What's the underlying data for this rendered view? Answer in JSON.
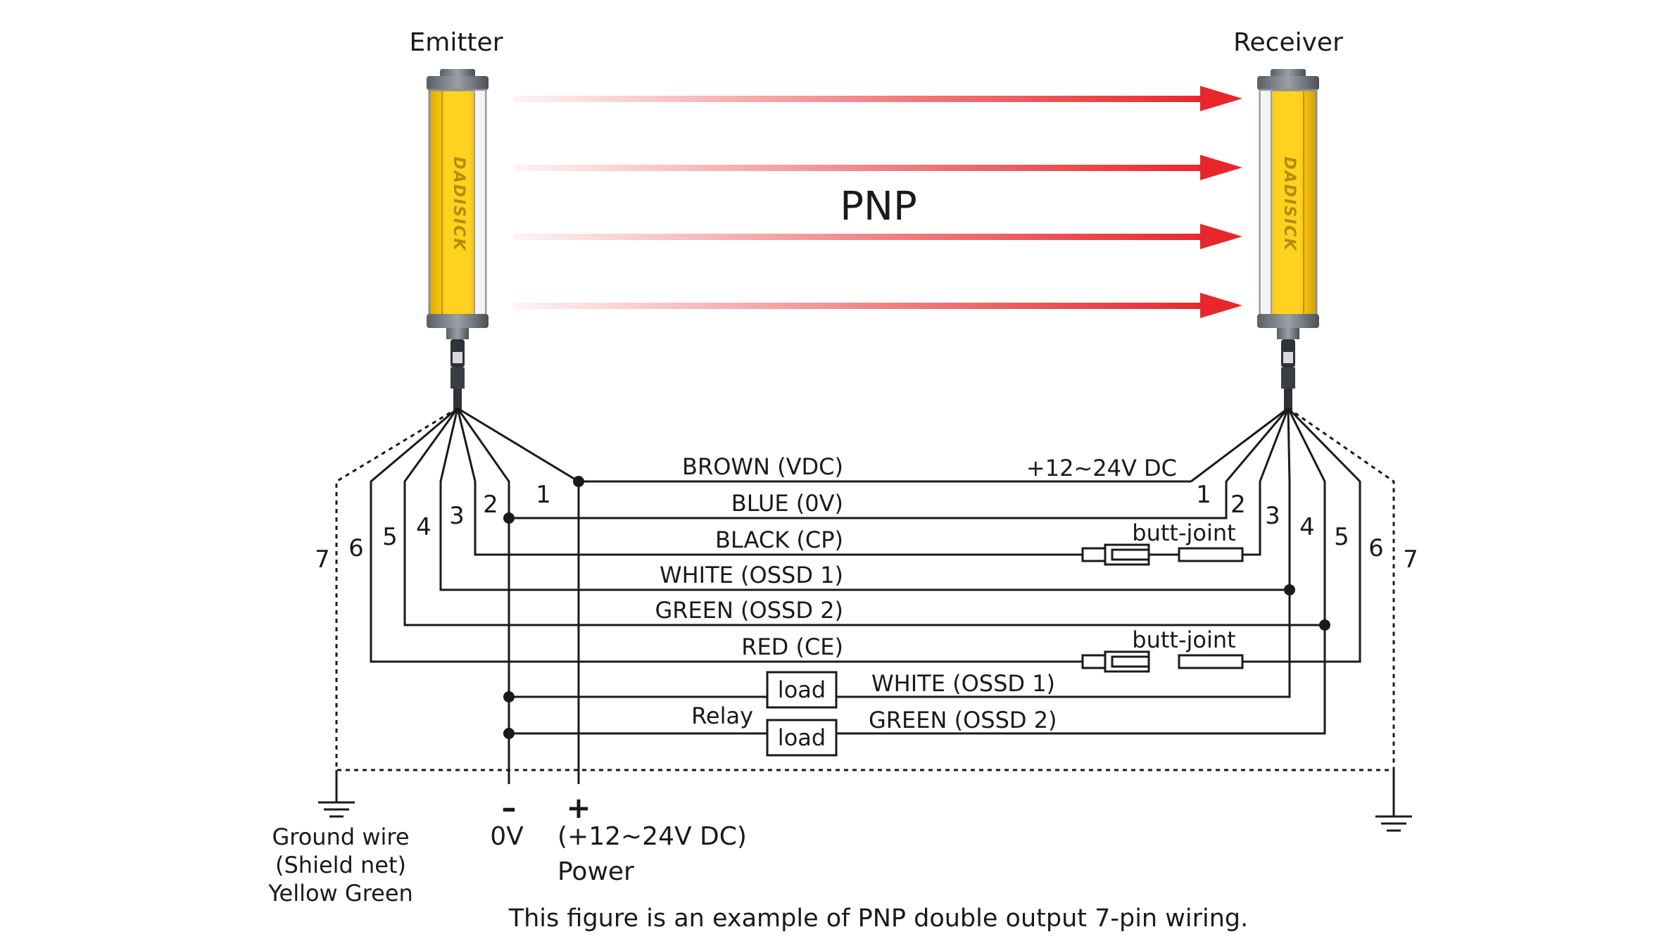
{
  "emitter_label": "Emitter",
  "receiver_label": "Receiver",
  "title": "PNP",
  "brand": "DADISICK",
  "wires": [
    {
      "pin": "1",
      "label": "BROWN (VDC)"
    },
    {
      "pin": "2",
      "label": "BLUE (0V)"
    },
    {
      "pin": "3",
      "label": "BLACK (CP)"
    },
    {
      "pin": "4",
      "label": "WHITE (OSSD 1)"
    },
    {
      "pin": "5",
      "label": "GREEN (OSSD 2)"
    },
    {
      "pin": "6",
      "label": "RED (CE)"
    },
    {
      "pin": "7",
      "label": ""
    }
  ],
  "supply_label": "+12~24V DC",
  "butt_joint_label": "butt-joint",
  "load_label": "load",
  "relay_label": "Relay",
  "relay_wire_1": "WHITE (OSSD 1)",
  "relay_wire_2": "GREEN (OSSD 2)",
  "minus_sign": "–",
  "plus_sign": "+",
  "zero_v_label": "0V",
  "power_voltage_label": "(+12~24V DC)",
  "power_label": "Power",
  "ground_lines": [
    "Ground wire",
    "(Shield net)",
    "Yellow Green"
  ],
  "caption": "This figure is an example of PNP double output 7-pin wiring.",
  "colors": {
    "line": "#1a1a1a",
    "beam": "#e8262b",
    "housing": "#f5c518",
    "cap": "#6e7378"
  }
}
